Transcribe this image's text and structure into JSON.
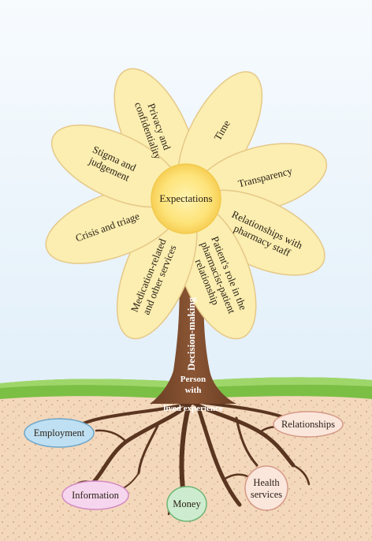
{
  "center": {
    "label": "Expectations"
  },
  "petals": [
    {
      "lines": [
        "Privacy and",
        "confidentiality"
      ]
    },
    {
      "lines": [
        "Time"
      ]
    },
    {
      "lines": [
        "Transparency"
      ]
    },
    {
      "lines": [
        "Relationships with",
        "pharmacy staff"
      ]
    },
    {
      "lines": [
        "Patient's role in the",
        "pharmacist-patient",
        "relationship"
      ]
    },
    {
      "lines": [
        "Medication-related",
        "and other services"
      ]
    },
    {
      "lines": [
        "Crisis and triage"
      ]
    },
    {
      "lines": [
        "Stigma and",
        "judgement"
      ]
    }
  ],
  "trunk": {
    "label": "Decision-making"
  },
  "person": {
    "lines": [
      "Person",
      "with",
      "lived experience"
    ]
  },
  "roots": [
    {
      "label": "Employment",
      "color": "#bfe0f2",
      "border": "#6fa6c8"
    },
    {
      "label": "Relationships",
      "color": "#fbe6dc",
      "border": "#d59a86"
    },
    {
      "label": "Information",
      "color": "#f6d6ee",
      "border": "#d48ac2"
    },
    {
      "label": "Money",
      "color": "#cdeccf",
      "border": "#6fb574"
    },
    {
      "label": "Health services",
      "color": "#fbe6dc",
      "border": "#d59a86"
    }
  ],
  "colors": {
    "petal_fill": "#fbeeb0",
    "petal_stroke": "#e6c888",
    "center": "#fde37a",
    "trunk": "#7a4a2e",
    "grass": "#7bbf45",
    "soil": "#f3d8bc",
    "sky": "#e8f3fb"
  }
}
